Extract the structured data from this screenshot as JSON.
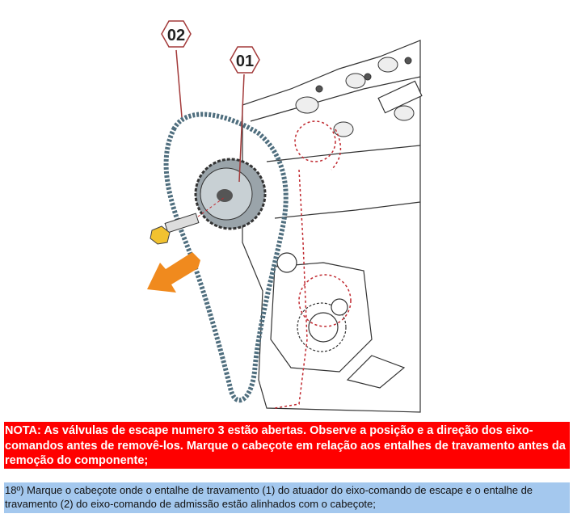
{
  "diagram": {
    "callouts": [
      "02",
      "01"
    ],
    "colors": {
      "callout": "#a33a3a",
      "arrow": "#f08a1e",
      "chain": "#4f6e7e",
      "marks": "#c0282f"
    }
  },
  "note": {
    "text": "NOTA: As válvulas de escape numero 3 estão abertas. Observe a posição e a direção dos eixo-comandos antes de removê-los. Marque o cabeçote em relação aos entalhes de travamento antes da remoção do componente;"
  },
  "step": {
    "text": "18º) Marque o cabeçote onde o entalhe de travamento (1) do atuador do eixo-comando de escape e o entalhe de travamento (2) do eixo-comando de admissão estão alinhados com o cabeçote;"
  }
}
